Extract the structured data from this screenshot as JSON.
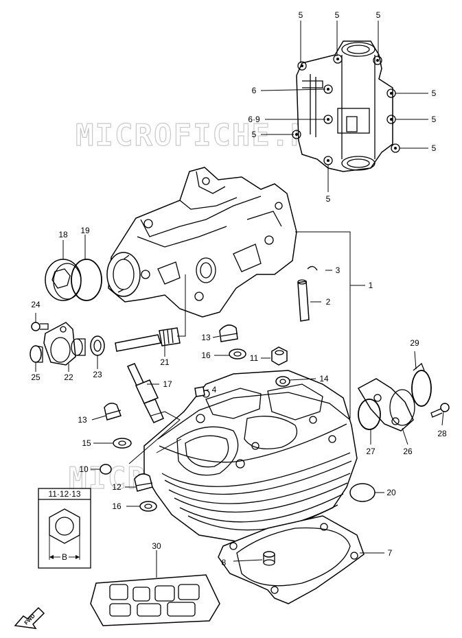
{
  "watermark": "MICROFICHE.NET",
  "detail_box_label": "11·12·13",
  "detail_dim_label": "B",
  "fwd_label": "FWD",
  "callouts": {
    "c1": "1",
    "c2": "2",
    "c3": "3",
    "c4": "4",
    "c5a": "5",
    "c5b": "5",
    "c5c": "5",
    "c5d": "5",
    "c5e": "5",
    "c5f": "5",
    "c5g": "5",
    "c5h": "5",
    "c6": "6",
    "c69": "6·9",
    "c7": "7",
    "c8": "8",
    "c10": "10",
    "c11": "11",
    "c12": "12",
    "c13a": "13",
    "c13b": "13",
    "c14": "14",
    "c15": "15",
    "c16a": "16",
    "c16b": "16",
    "c17": "17",
    "c18": "18",
    "c19": "19",
    "c20": "20",
    "c21": "21",
    "c22": "22",
    "c23": "23",
    "c24": "24",
    "c25": "25",
    "c26": "26",
    "c27": "27",
    "c28": "28",
    "c29": "29",
    "c30": "30"
  }
}
